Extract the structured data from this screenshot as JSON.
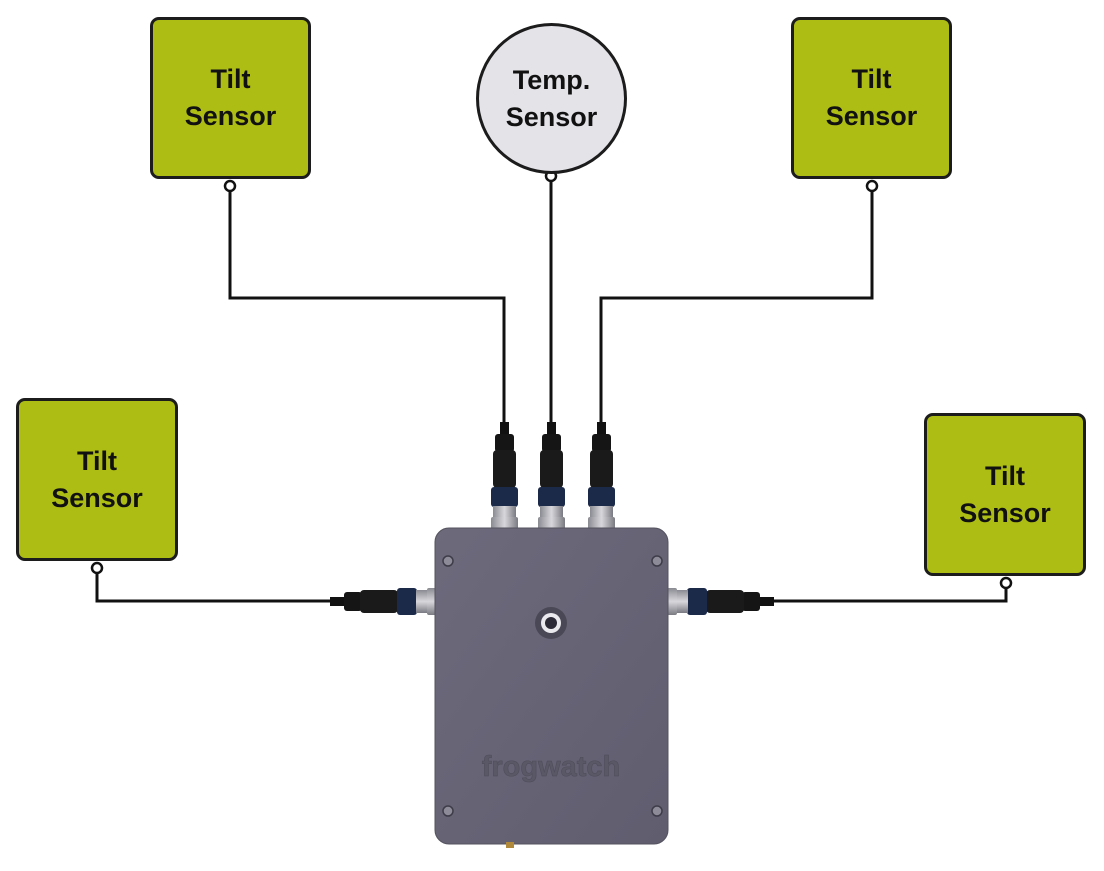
{
  "colors": {
    "tilt_fill": "#aebd14",
    "temp_fill": "#e3e3e8",
    "enclosure": "#6a6878",
    "wire": "#111111"
  },
  "sensors": {
    "tilt_top_left": {
      "line1": "Tilt",
      "line2": "Sensor"
    },
    "temp": {
      "line1": "Temp.",
      "line2": "Sensor"
    },
    "tilt_top_right": {
      "line1": "Tilt",
      "line2": "Sensor"
    },
    "tilt_left": {
      "line1": "Tilt",
      "line2": "Sensor"
    },
    "tilt_right": {
      "line1": "Tilt",
      "line2": "Sensor"
    }
  },
  "device": {
    "brand": "frogwatch"
  }
}
